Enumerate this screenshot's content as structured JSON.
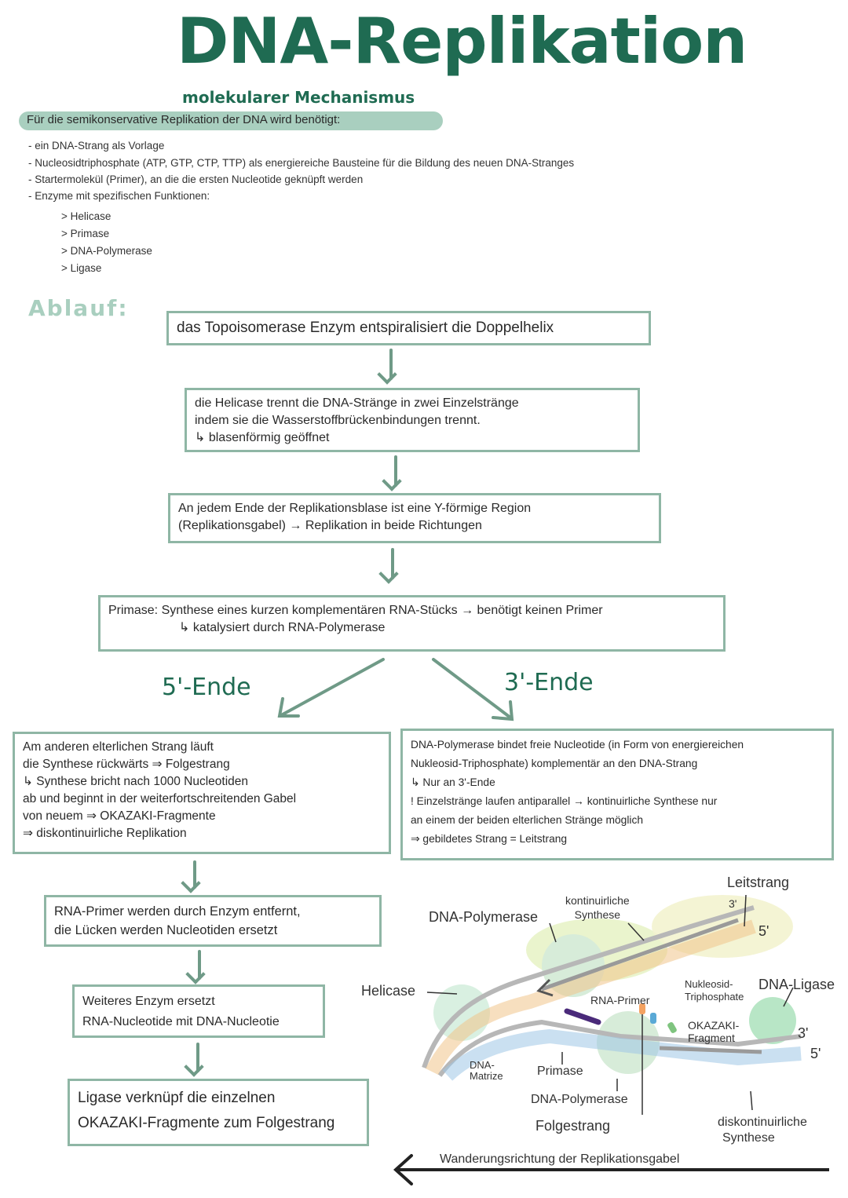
{
  "title": "DNA-Replikation",
  "subtitle": "molekularer Mechanismus",
  "intro": "Für die semikonservative Replikation der DNA wird benötigt:",
  "requirements": [
    "- ein DNA-Strang als Vorlage",
    "- Nucleosidtriphosphate (ATP, GTP, CTP, TTP) als energiereiche Bausteine für die Bildung des neuen DNA-Stranges",
    "- Startermolekül (Primer), an die die ersten Nucleotide geknüpft werden",
    "- Enzyme mit spezifischen Funktionen:"
  ],
  "enzymes": [
    "> Helicase",
    "> Primase",
    "> DNA-Polymerase",
    "> Ligase"
  ],
  "ablauf_heading": "Ablauf:",
  "steps": {
    "topoisomerase": [
      "das Topoisomerase Enzym entspiralisiert die Doppelhelix"
    ],
    "helicase": [
      "die Helicase trennt die DNA-Stränge in zwei Einzelstränge",
      "indem sie die Wasserstoffbrückenbindungen trennt.",
      "↳ blasenförmig geöffnet"
    ],
    "replikationsgabel": [
      "An jedem Ende der Replikationsblase ist eine Y-förmige Region",
      "(Replikationsgabel) → Replikation in beide Richtungen"
    ],
    "primase": [
      "Primase: Synthese eines kurzen komplementären RNA-Stücks → benötigt keinen Primer",
      "↳ katalysiert durch RNA-Polymerase"
    ]
  },
  "end5": "5'-Ende",
  "end3": "3'-Ende",
  "left_box": [
    "Am anderen elterlichen Strang läuft",
    "die Synthese rückwärts ⇒ Folgestrang",
    "↳ Synthese bricht nach 1000 Nucleotiden",
    "ab und beginnt in der weiterfortschreitenden Gabel",
    "von neuem ⇒ OKAZAKI-Fragmente",
    "⇒ diskontinuirliche Replikation"
  ],
  "right_box": [
    "DNA-Polymerase bindet freie Nucleotide (in Form von energiereichen",
    "Nukleosid-Triphosphate) komplementär an den DNA-Strang",
    "↳ Nur an 3'-Ende",
    "! Einzelstränge laufen antiparallel → kontinuirliche Synthese nur",
    "an einem der beiden elterlichen Stränge möglich",
    "⇒ gebildetes Strang = Leitstrang"
  ],
  "lower_steps": {
    "rna_primer": [
      "RNA-Primer werden durch Enzym entfernt,",
      "die Lücken werden Nucleotiden ersetzt"
    ],
    "ersetzt": [
      "Weiteres Enzym ersetzt",
      "RNA-Nucleotide mit DNA-Nucleotie"
    ],
    "ligase": [
      "Ligase verknüpf die einzelnen",
      "OKAZAKI-Fragmente zum Folgestrang"
    ]
  },
  "diagram": {
    "leitstrang": "Leitstrang",
    "three_prime_top": "3'",
    "five_prime_top": "5'",
    "kontinuierliche": [
      "kontinuirliche",
      "Synthese"
    ],
    "dna_polymerase_top": "DNA-Polymerase",
    "helicase": "Helicase",
    "rna_primer": "RNA-Primer",
    "nukleosid": [
      "Nukleosid-",
      "Triphosphate"
    ],
    "dna_ligase": "DNA-Ligase",
    "okazaki": [
      "OKAZAKI-",
      "Fragment"
    ],
    "three_prime_bottom": "3'",
    "five_prime_bottom": "5'",
    "dna_matrize": [
      "DNA-",
      "Matrize"
    ],
    "primase": "Primase",
    "dna_polymerase_bottom": "DNA-Polymerase",
    "folgestrang": "Folgestrang",
    "diskontinuierliche": [
      "diskontinuirliche",
      "Synthese"
    ],
    "wanderung": "Wanderungsrichtung der Replikationsgabel"
  },
  "colors": {
    "accent": "#1f6b52",
    "light": "#a9cfbf",
    "box_border": "#8fb6a5",
    "arrow": "#6f9a87"
  }
}
